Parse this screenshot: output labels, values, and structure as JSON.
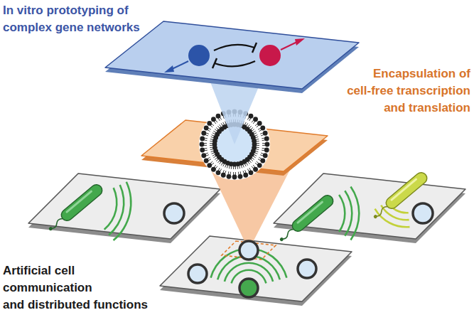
{
  "diagram": {
    "labels": [
      "In vitro prototyping of complex gene networks",
      "Encapsulation of cell-free transcription and translation",
      "Artificial cell communication and distributed functions"
    ]
  }
}
